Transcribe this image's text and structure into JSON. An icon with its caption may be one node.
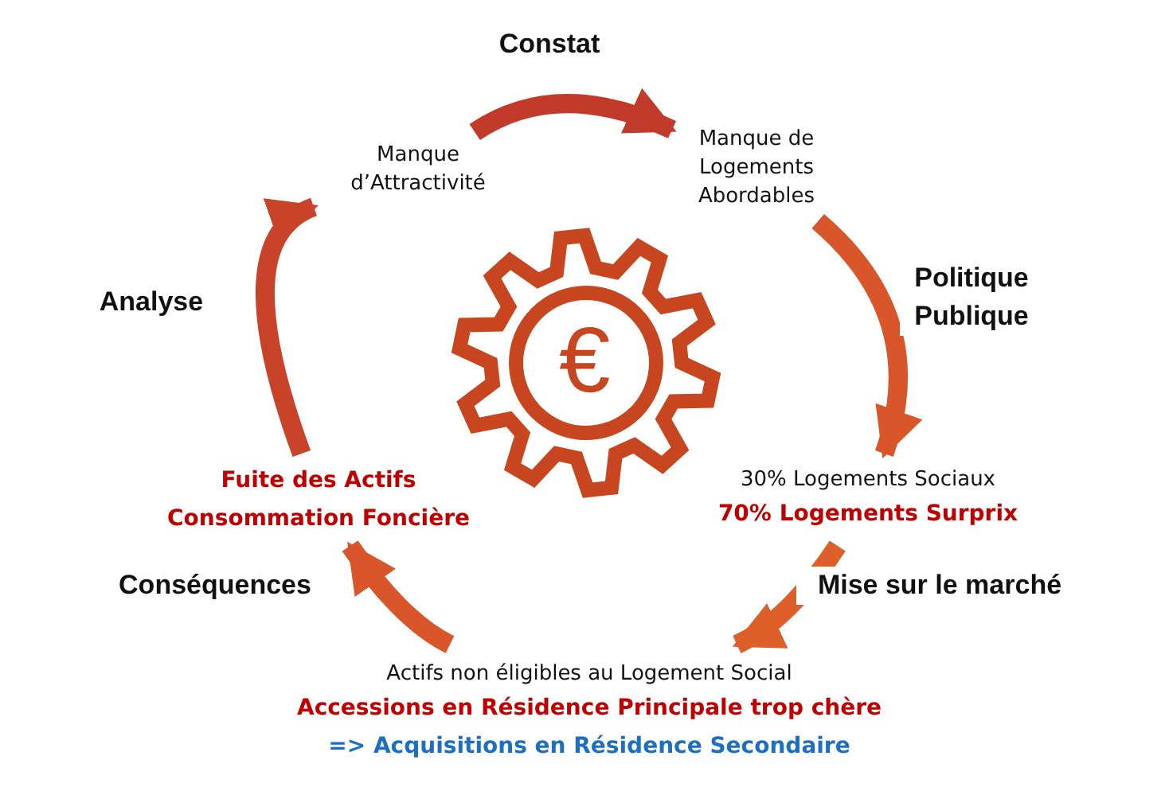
{
  "diagram": {
    "nodes": [
      {
        "text": [
          "Manque d’Attractivité"
        ]
      },
      {
        "text": [
          "Manque de Logements Abordables"
        ]
      },
      {
        "text": [
          "30% Logements Sociaux",
          "70% Logements Surprix"
        ]
      },
      {
        "text": [
          "Actifs non éligibles au Logement Social",
          "Accessions en Résidence Principale trop chère",
          "=> Acquisitions en Résidence Secondaire"
        ]
      },
      {
        "text": [
          "Fuite des Actifs",
          "Consommation Foncière"
        ]
      }
    ],
    "edges": [
      {
        "from": 0,
        "to": 1,
        "arrow": "to",
        "label": "Constat"
      },
      {
        "from": 1,
        "to": 2,
        "arrow": "to",
        "label": "Politique Publique"
      },
      {
        "from": 2,
        "to": 3,
        "arrow": "to",
        "label": "Mise sur le marché"
      },
      {
        "from": 3,
        "to": 4,
        "arrow": "to",
        "label": "Conséquences"
      },
      {
        "from": 4,
        "to": 0,
        "arrow": "to",
        "label": "Analyse"
      }
    ],
    "labels": [
      "€"
    ]
  }
}
